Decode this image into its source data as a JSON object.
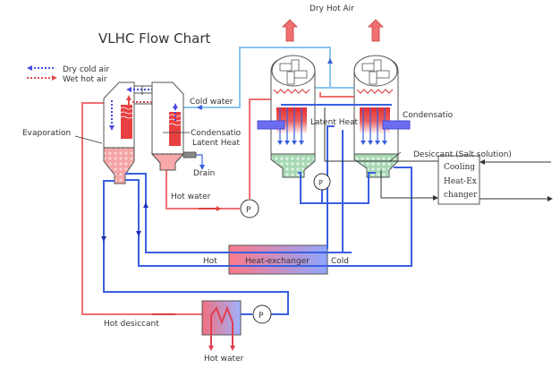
{
  "title": "VLHC Flow Chart",
  "legend": [
    {
      "label": "Dry cold air",
      "color": "#4a4ae0",
      "direction": "left"
    },
    {
      "label": "Wet hot air",
      "color": "#e04a4a",
      "direction": "right"
    }
  ],
  "labels": {
    "dry_hot_air": "Dry Hot Air",
    "cold_water": "Cold water",
    "evaporation": "Evaporation",
    "condensation_left": "Condensatio",
    "latent_heat_left": "Latent Heat",
    "drain": "Drain",
    "hot_water_top": "Hot water",
    "latent_heat_right": "Latent Heat",
    "condensation_right": "Condensatio",
    "desiccant": "Desiccant (Salt solution)",
    "cooling_hx_line1": "Cooling",
    "cooling_hx_line2": "Heat-Ex",
    "cooling_hx_line3": "changer",
    "hot": "Hot",
    "heat_exchanger": "Heat-exchanger",
    "cold": "Cold",
    "hot_desiccant": "Hot desiccant",
    "hot_water_bottom": "Hot water",
    "pump": "P"
  },
  "colors": {
    "hot_line": "#f07070",
    "cold_line": "#3a5fe0",
    "cold_water_line": "#8cc4ec",
    "desiccant_fill": "#bfe3c8",
    "hot_fill": "#f7a8a8",
    "black_line": "#333333"
  }
}
